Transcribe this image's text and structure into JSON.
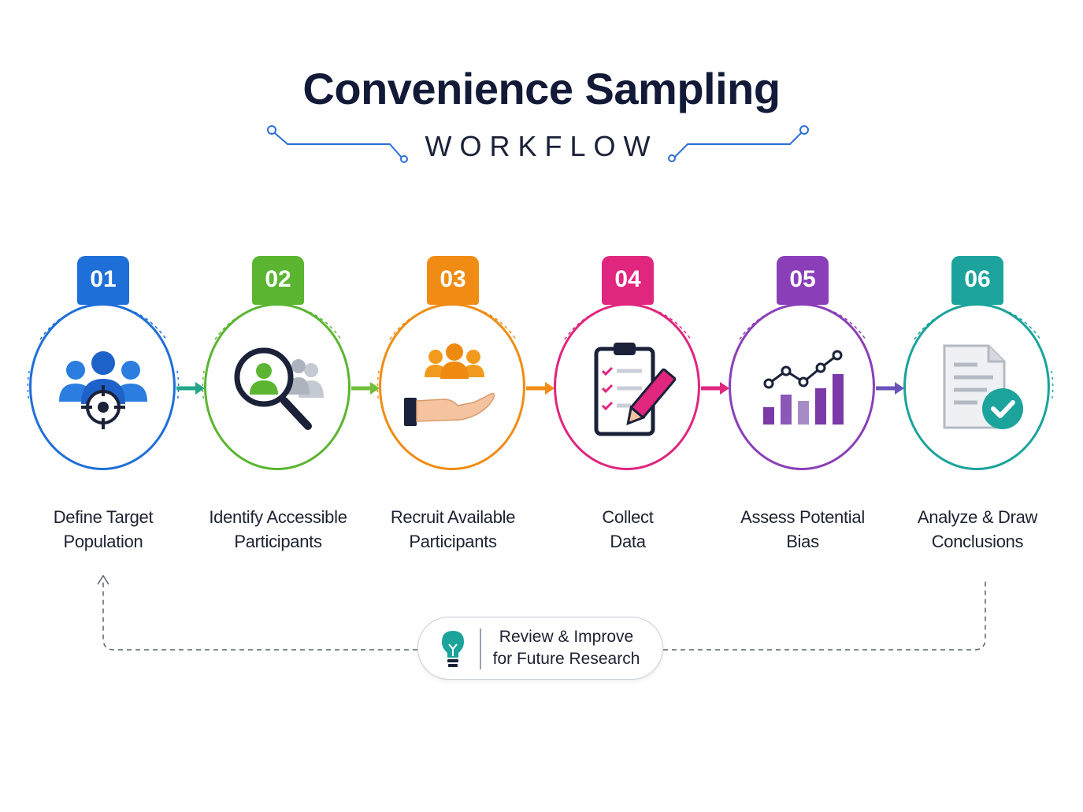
{
  "header": {
    "title": "Convenience Sampling",
    "subtitle": "WORKFLOW"
  },
  "colors": {
    "blue": "#1f6fd8",
    "green": "#5bb531",
    "orange": "#f08c14",
    "pink": "#e0267e",
    "purple": "#8a3fb8",
    "teal": "#1ba39c",
    "dark": "#1a2138"
  },
  "steps": [
    {
      "number": "01",
      "label_line1": "Define Target",
      "label_line2": "Population",
      "icon": "target-group-icon",
      "color": "#1f6fd8"
    },
    {
      "number": "02",
      "label_line1": "Identify Accessible",
      "label_line2": "Participants",
      "icon": "magnifier-person-icon",
      "color": "#5bb531"
    },
    {
      "number": "03",
      "label_line1": "Recruit Available",
      "label_line2": "Participants",
      "icon": "hand-group-icon",
      "color": "#f08c14"
    },
    {
      "number": "04",
      "label_line1": "Collect",
      "label_line2": "Data",
      "icon": "clipboard-pencil-icon",
      "color": "#e0267e"
    },
    {
      "number": "05",
      "label_line1": "Assess Potential",
      "label_line2": "Bias",
      "icon": "bar-trend-chart-icon",
      "color": "#8a3fb8"
    },
    {
      "number": "06",
      "label_line1": "Analyze & Draw",
      "label_line2": "Conclusions",
      "icon": "document-check-icon",
      "color": "#1ba39c"
    }
  ],
  "review": {
    "line1": "Review & Improve",
    "line2": "for Future Research",
    "icon": "lightbulb-icon"
  }
}
